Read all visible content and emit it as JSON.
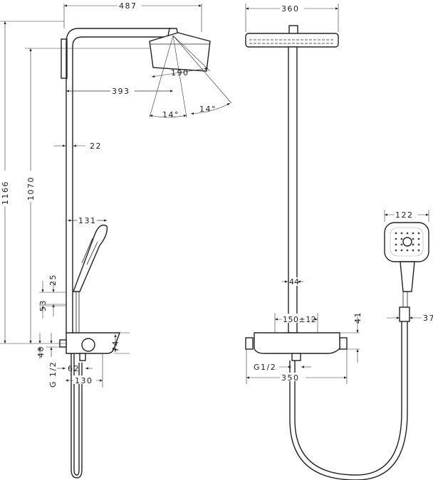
{
  "side_view": {
    "dim_total_width": "487",
    "dim_head_offset": "393",
    "dim_head_size": "190",
    "dim_angle_left": "14°",
    "dim_angle_right": "14°",
    "dim_rail_diameter": "22",
    "dim_total_height": "1166",
    "dim_head_height": "1070",
    "dim_hand_shower_offset": "131",
    "dim_holder_25": "25",
    "dim_holder_53": "53",
    "dim_inlet_40": "40",
    "dim_body_height": "74",
    "dim_thread": "G 1/2",
    "dim_outlet_62": "62",
    "dim_body_depth": "130"
  },
  "front_view": {
    "dim_head_width": "360",
    "dim_hand_shower_width": "122",
    "dim_rail_width": "44",
    "dim_body_41": "41",
    "dim_hose_37": "37",
    "dim_connection": "150±12",
    "dim_thread": "G1/2",
    "dim_body_width": "350"
  }
}
